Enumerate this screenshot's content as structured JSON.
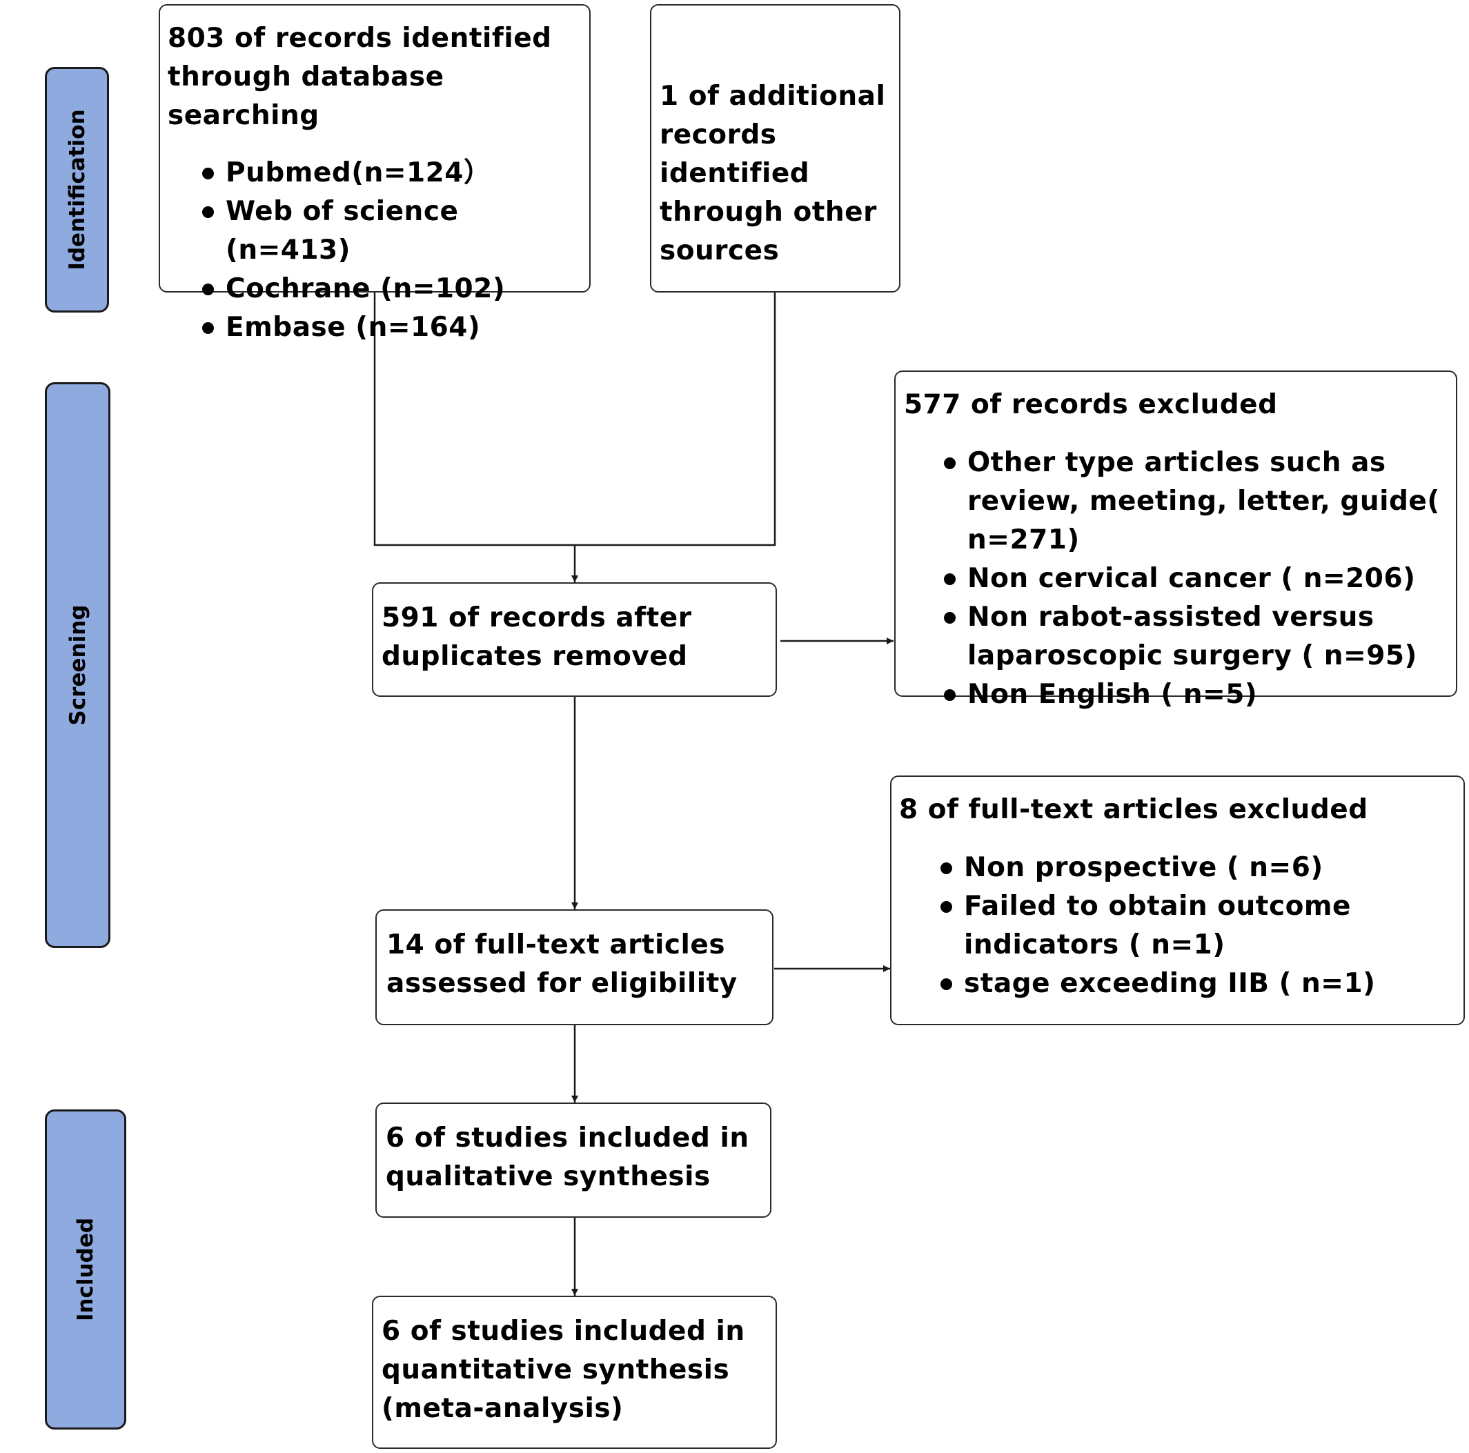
{
  "phases": {
    "identification": "Identification",
    "screening": "Screening",
    "included": "Included"
  },
  "database_search": {
    "heading": "803 of records identified\nthrough database searching",
    "sources": [
      "Pubmed(n=124）",
      "Web of science (n=413)",
      "Cochrane (n=102)",
      "Embase (n=164)"
    ]
  },
  "other_sources": {
    "text": "1 of additional\nrecords\nidentified\nthrough other\nsources"
  },
  "after_duplicates": {
    "text": "591 of records after\nduplicates removed"
  },
  "records_excluded": {
    "heading": "577 of records excluded",
    "reasons": [
      "Other type articles such as review, meeting, letter, guide( n=271)",
      "Non cervical cancer ( n=206)",
      "Non rabot-assisted versus laparoscopic surgery ( n=95)",
      "Non English ( n=5)"
    ]
  },
  "full_text_assessed": {
    "text": "14 of full-text articles\nassessed for eligibility"
  },
  "full_text_excluded": {
    "heading": "8 of full-text articles excluded",
    "reasons": [
      "Non prospective ( n=6)",
      "Failed to obtain outcome indicators ( n=1)",
      "stage exceeding IIB ( n=1)"
    ]
  },
  "qualitative": {
    "text": "6 of studies included in\nqualitative synthesis"
  },
  "quantitative": {
    "text": "6 of studies included in\nquantitative synthesis\n(meta-analysis)"
  },
  "colors": {
    "phase_fill": "#8eaadf",
    "line": "#1a1a1a"
  }
}
